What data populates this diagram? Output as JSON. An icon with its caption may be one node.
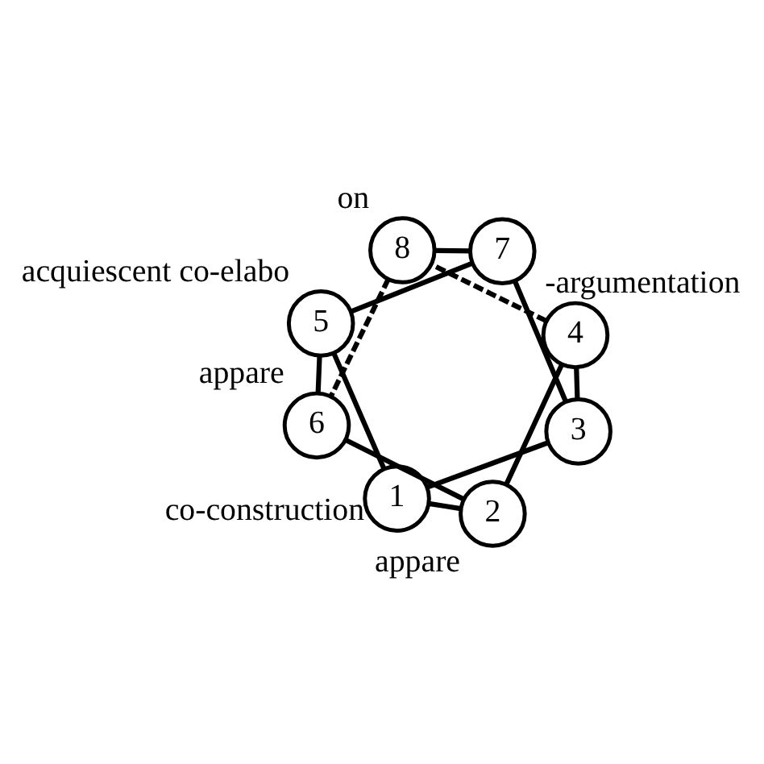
{
  "diagram": {
    "nodes": [
      {
        "text": [
          "4"
        ],
        "beside": [
          "-argumentation"
        ]
      },
      {
        "text": [
          "2"
        ],
        "beside": [
          "appare"
        ]
      },
      {
        "text": [
          "3"
        ]
      },
      {
        "text": [
          "1"
        ],
        "beside": [
          "co-construction"
        ]
      },
      {
        "text": [
          "8"
        ],
        "beside": [
          "on"
        ]
      },
      {
        "text": [
          "6"
        ],
        "beside": [
          "appare"
        ]
      },
      {
        "text": [
          "7"
        ]
      },
      {
        "text": [
          "5"
        ],
        "beside": [
          "acquiescent co-elabo"
        ]
      }
    ],
    "edges": [
      {
        "from": 0,
        "to": 1,
        "arrow": "none"
      },
      {
        "from": 2,
        "to": 0,
        "arrow": "none"
      },
      {
        "from": 2,
        "to": 3,
        "arrow": "none"
      },
      {
        "from": 3,
        "to": 1,
        "arrow": "none"
      },
      {
        "from": 2,
        "to": 6,
        "arrow": "none"
      },
      {
        "from": 3,
        "to": 7,
        "arrow": "none"
      },
      {
        "from": 1,
        "to": 5,
        "arrow": "none"
      },
      {
        "from": 0,
        "to": 4,
        "arrow": "none",
        "style": "dashed"
      },
      {
        "from": 4,
        "to": 5,
        "arrow": "none",
        "style": "dashed"
      },
      {
        "from": 4,
        "to": 6,
        "arrow": "none"
      },
      {
        "from": 6,
        "to": 7,
        "arrow": "none"
      },
      {
        "from": 7,
        "to": 5,
        "arrow": "none"
      }
    ]
  }
}
